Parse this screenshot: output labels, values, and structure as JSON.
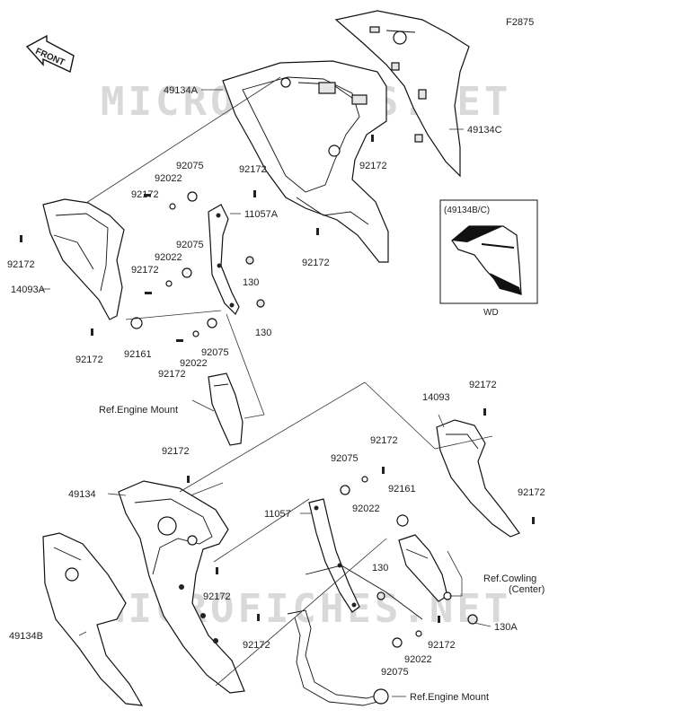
{
  "diagram": {
    "figure_code": "F2875",
    "watermark": "MICROFICHES.NET",
    "front_indicator": "FRONT",
    "inset_title": "(49134B/C)",
    "inset_caption": "WD",
    "labels": {
      "p49134A": "49134A",
      "p49134C": "49134C",
      "p92172_a": "92172",
      "p92172_b": "92172",
      "p92172_c": "92172",
      "p92172_d": "92172",
      "p92172_e": "92172",
      "p92172_f": "92172",
      "p92172_g": "92172",
      "p92172_h": "92172",
      "p92172_i": "92172",
      "p92172_j": "92172",
      "p92172_k": "92172",
      "p92172_l": "92172",
      "p92172_m": "92172",
      "p92172_n": "92172",
      "p92172_o": "92172",
      "p92075_a": "92075",
      "p92075_b": "92075",
      "p92075_c": "92075",
      "p92075_d": "92075",
      "p92075_e": "92075",
      "p92022_a": "92022",
      "p92022_b": "92022",
      "p92022_c": "92022",
      "p92022_d": "92022",
      "p92022_e": "92022",
      "p11057A": "11057A",
      "p11057": "11057",
      "p14093A": "14093A",
      "p14093": "14093",
      "p130_a": "130",
      "p130_b": "130",
      "p130_c": "130",
      "p130A": "130A",
      "p92161_a": "92161",
      "p92161_b": "92161",
      "p49134": "49134",
      "p49134B": "49134B",
      "ref_engine_mount_a": "Ref.Engine Mount",
      "ref_engine_mount_b": "Ref.Engine Mount",
      "ref_cowling_1": "Ref.Cowling",
      "ref_cowling_2": "(Center)"
    }
  }
}
